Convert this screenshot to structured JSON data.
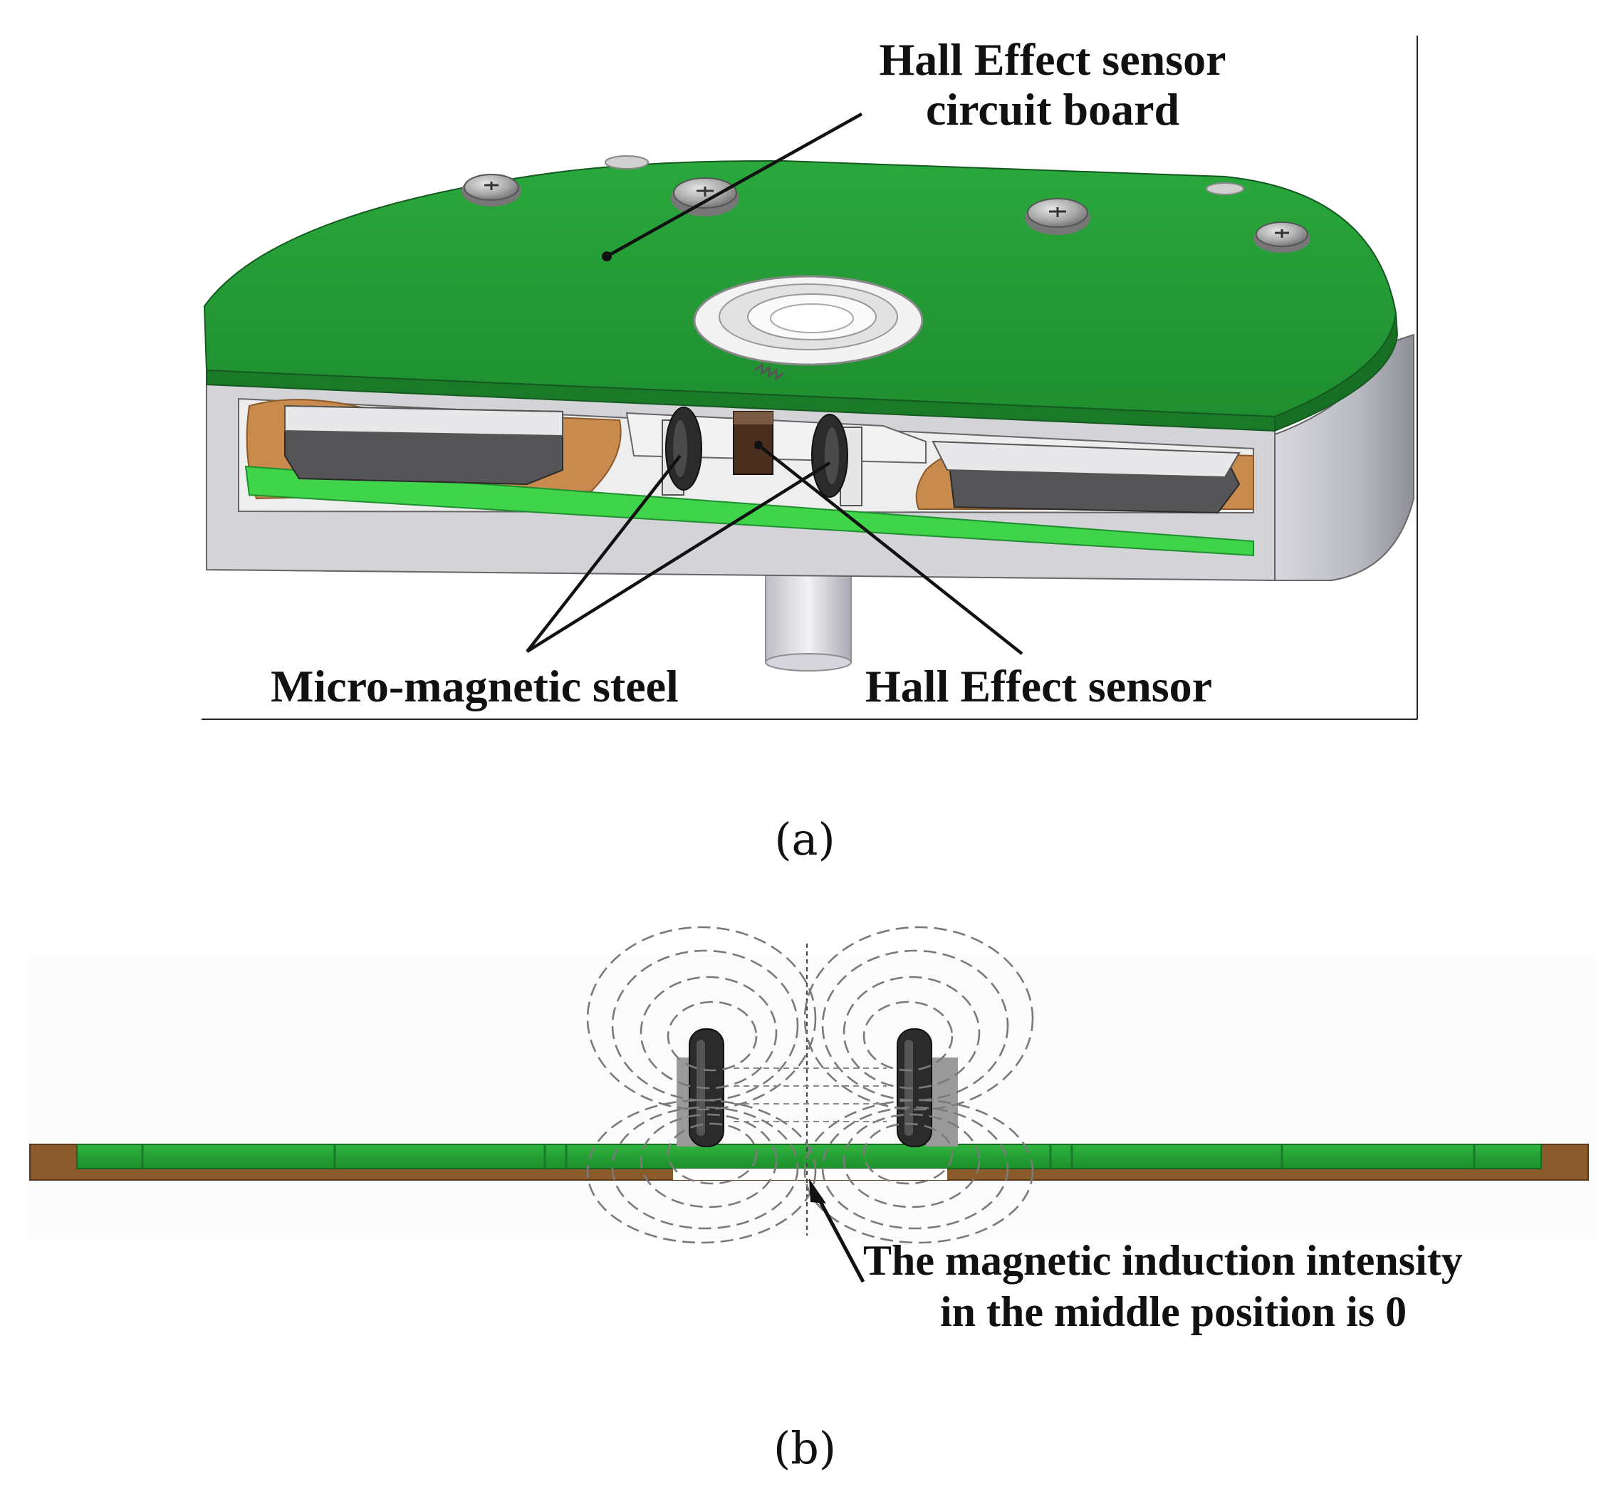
{
  "panel_a": {
    "label_board_line1": "Hall Effect sensor",
    "label_board_line2": "circuit board",
    "label_magnet": "Micro-magnetic steel",
    "label_sensor": "Hall Effect sensor",
    "caption": "(a)"
  },
  "panel_b": {
    "annotation_line1": "The magnetic induction intensity",
    "annotation_line2": "in the middle position is 0",
    "caption": "(b)"
  },
  "colors": {
    "pcb_green": "#22a83a",
    "pcb_light_green": "#3fd44a",
    "housing_gray": "#c9c9cf",
    "magnet_dark": "#2b2b2b",
    "copper": "#c98a4e",
    "board_brown": "#8a5a2b"
  }
}
